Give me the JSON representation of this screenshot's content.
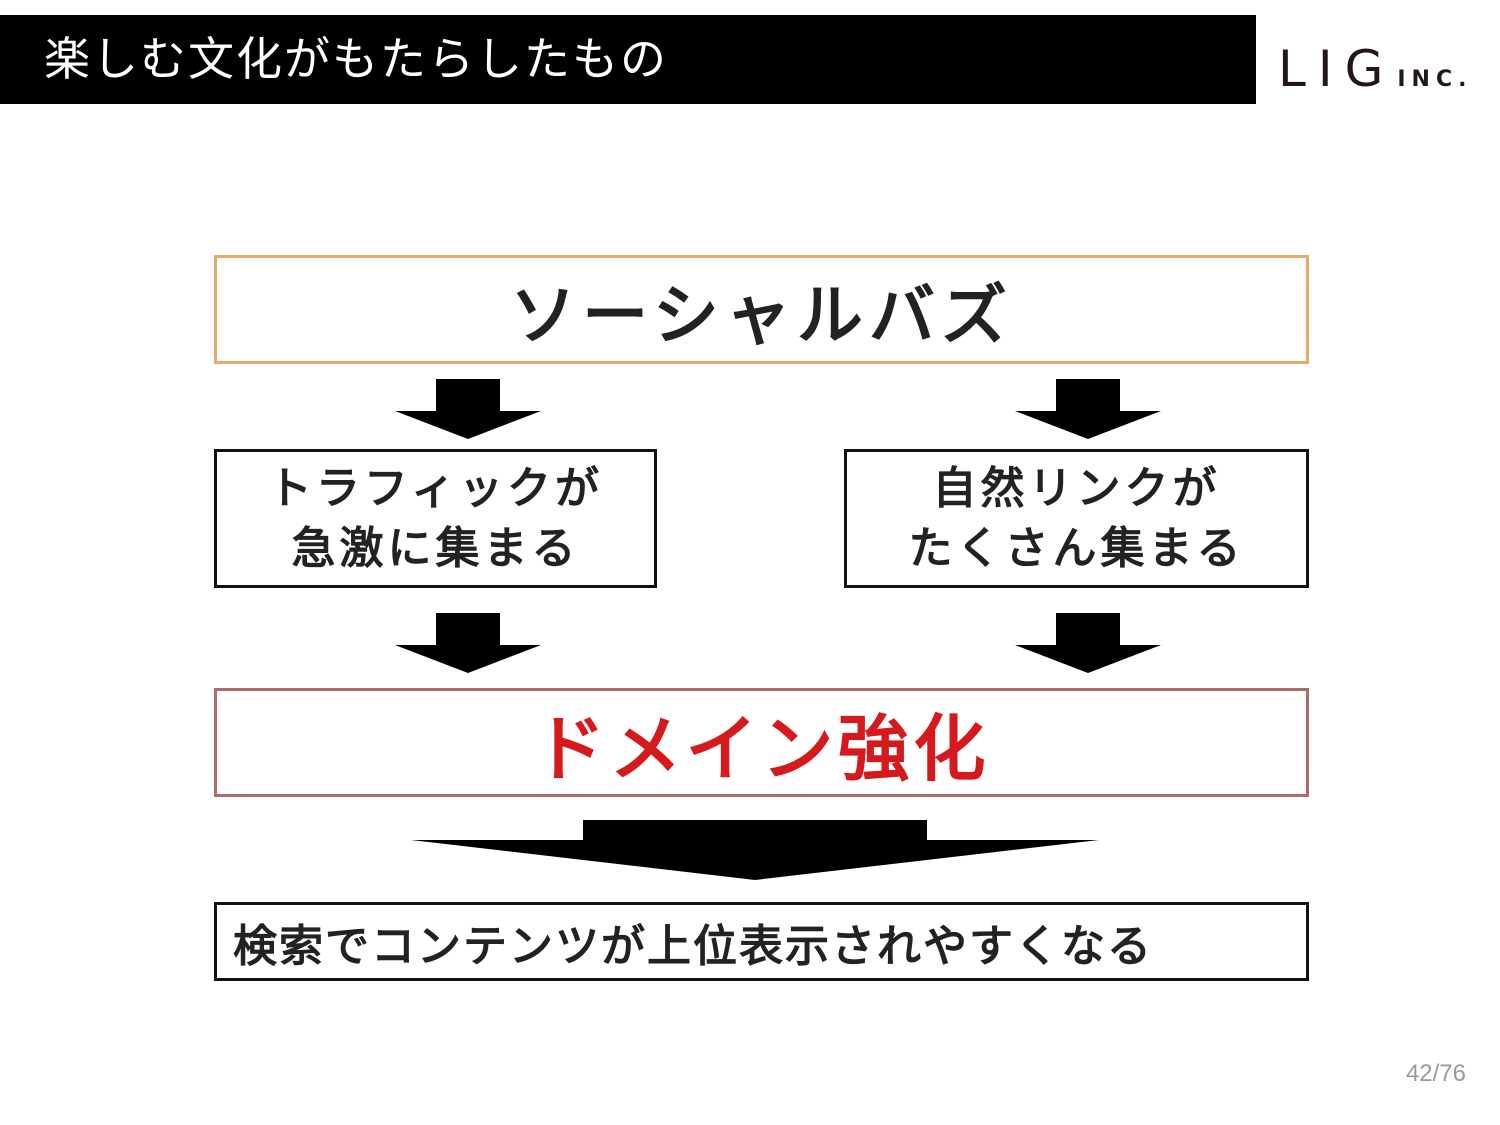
{
  "header": {
    "title": "楽しむ文化がもたらしたもの",
    "logo_main": "LIG",
    "logo_sub": "INC."
  },
  "diagram": {
    "top_box": "ソーシャルバズ",
    "left_box": {
      "line1": "トラフィックが",
      "line2": "急激に集まる"
    },
    "right_box": {
      "line1": "自然リンクが",
      "line2": "たくさん集まる"
    },
    "middle_box": "ドメイン強化",
    "bottom_box": "検索でコンテンツが上位表示されやすくなる"
  },
  "footer": {
    "page_number": "42/76"
  },
  "colors": {
    "title_bar": "#000000",
    "top_box_border": "#e4ad68",
    "middle_box_border": "#b06a6a",
    "middle_box_text": "#d6191c",
    "arrow": "#000000"
  }
}
